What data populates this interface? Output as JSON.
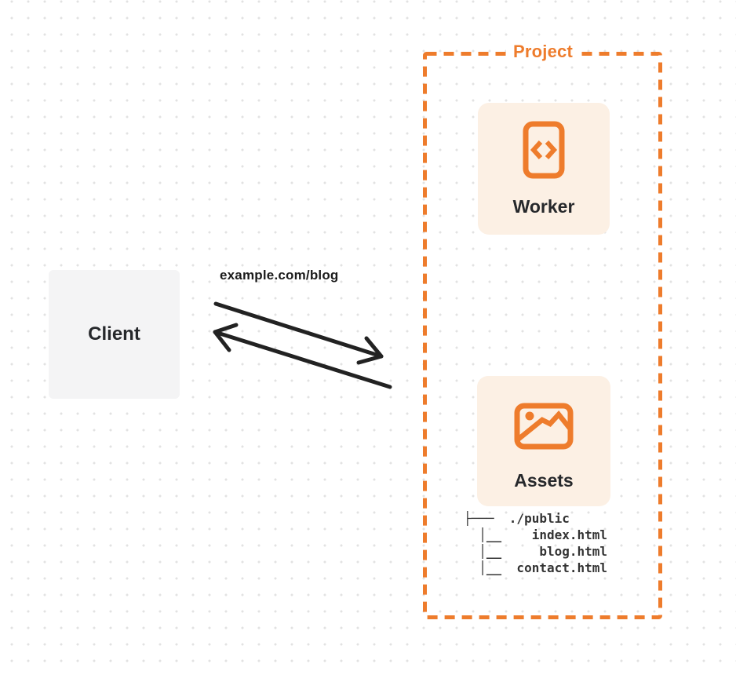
{
  "client": {
    "label": "Client"
  },
  "request": {
    "url_label": "example.com/blog"
  },
  "project": {
    "label": "Project",
    "worker": {
      "label": "Worker",
      "icon": "code-file-icon"
    },
    "assets": {
      "label": "Assets",
      "icon": "image-icon",
      "file_tree_lines": [
        "├───  ./public",
        "  │__    index.html",
        "  │__     blog.html",
        "  │__  contact.html"
      ]
    }
  },
  "colors": {
    "accent": "#EE7C2C",
    "card_bg": "#FCF0E4",
    "client_bg": "#F4F4F5",
    "arrow": "#222222",
    "text_dark": "#26282B",
    "tree_text": "#333333",
    "dot_grid": "#E2E2E2",
    "background": "#FFFFFF"
  }
}
